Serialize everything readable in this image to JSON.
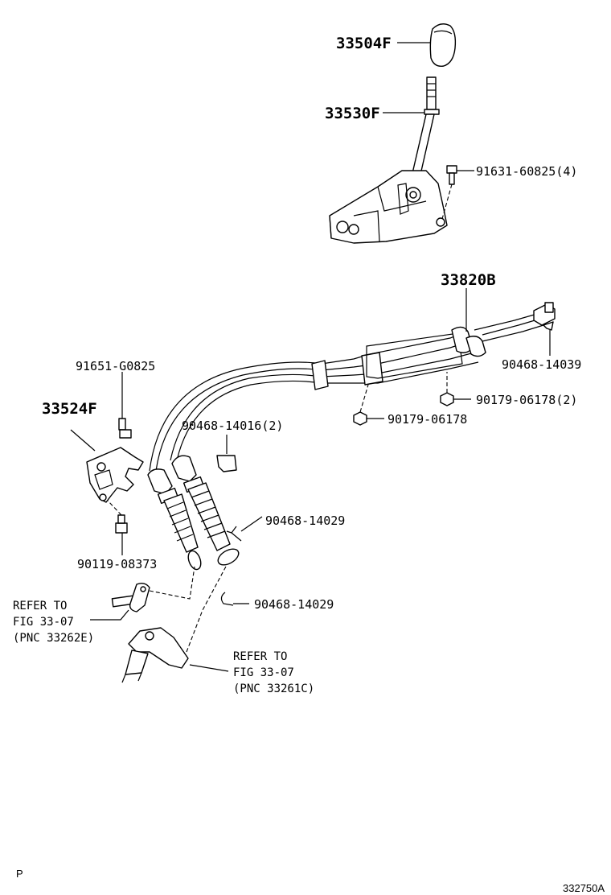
{
  "callouts": {
    "knob": "33504F",
    "lever": "33530F",
    "bolt_4": "91631-60825(4)",
    "cable_assy": "33820B",
    "clip_14039": "90468-14039",
    "nut_2": "90179-06178(2)",
    "nut": "90179-06178",
    "bracket_bolt": "91651-G0825",
    "bracket": "33524F",
    "clip_2": "90468-14016(2)",
    "clip_14029_a": "90468-14029",
    "clip_14029_b": "90468-14029",
    "pin": "90119-08373"
  },
  "refs": {
    "left": {
      "line1": "REFER TO",
      "line2": "FIG 33-07",
      "line3": "(PNC 33262E)"
    },
    "right": {
      "line1": "REFER TO",
      "line2": "FIG 33-07",
      "line3": "(PNC 33261C)"
    }
  },
  "corner_left": "P",
  "corner_right": "332750A"
}
